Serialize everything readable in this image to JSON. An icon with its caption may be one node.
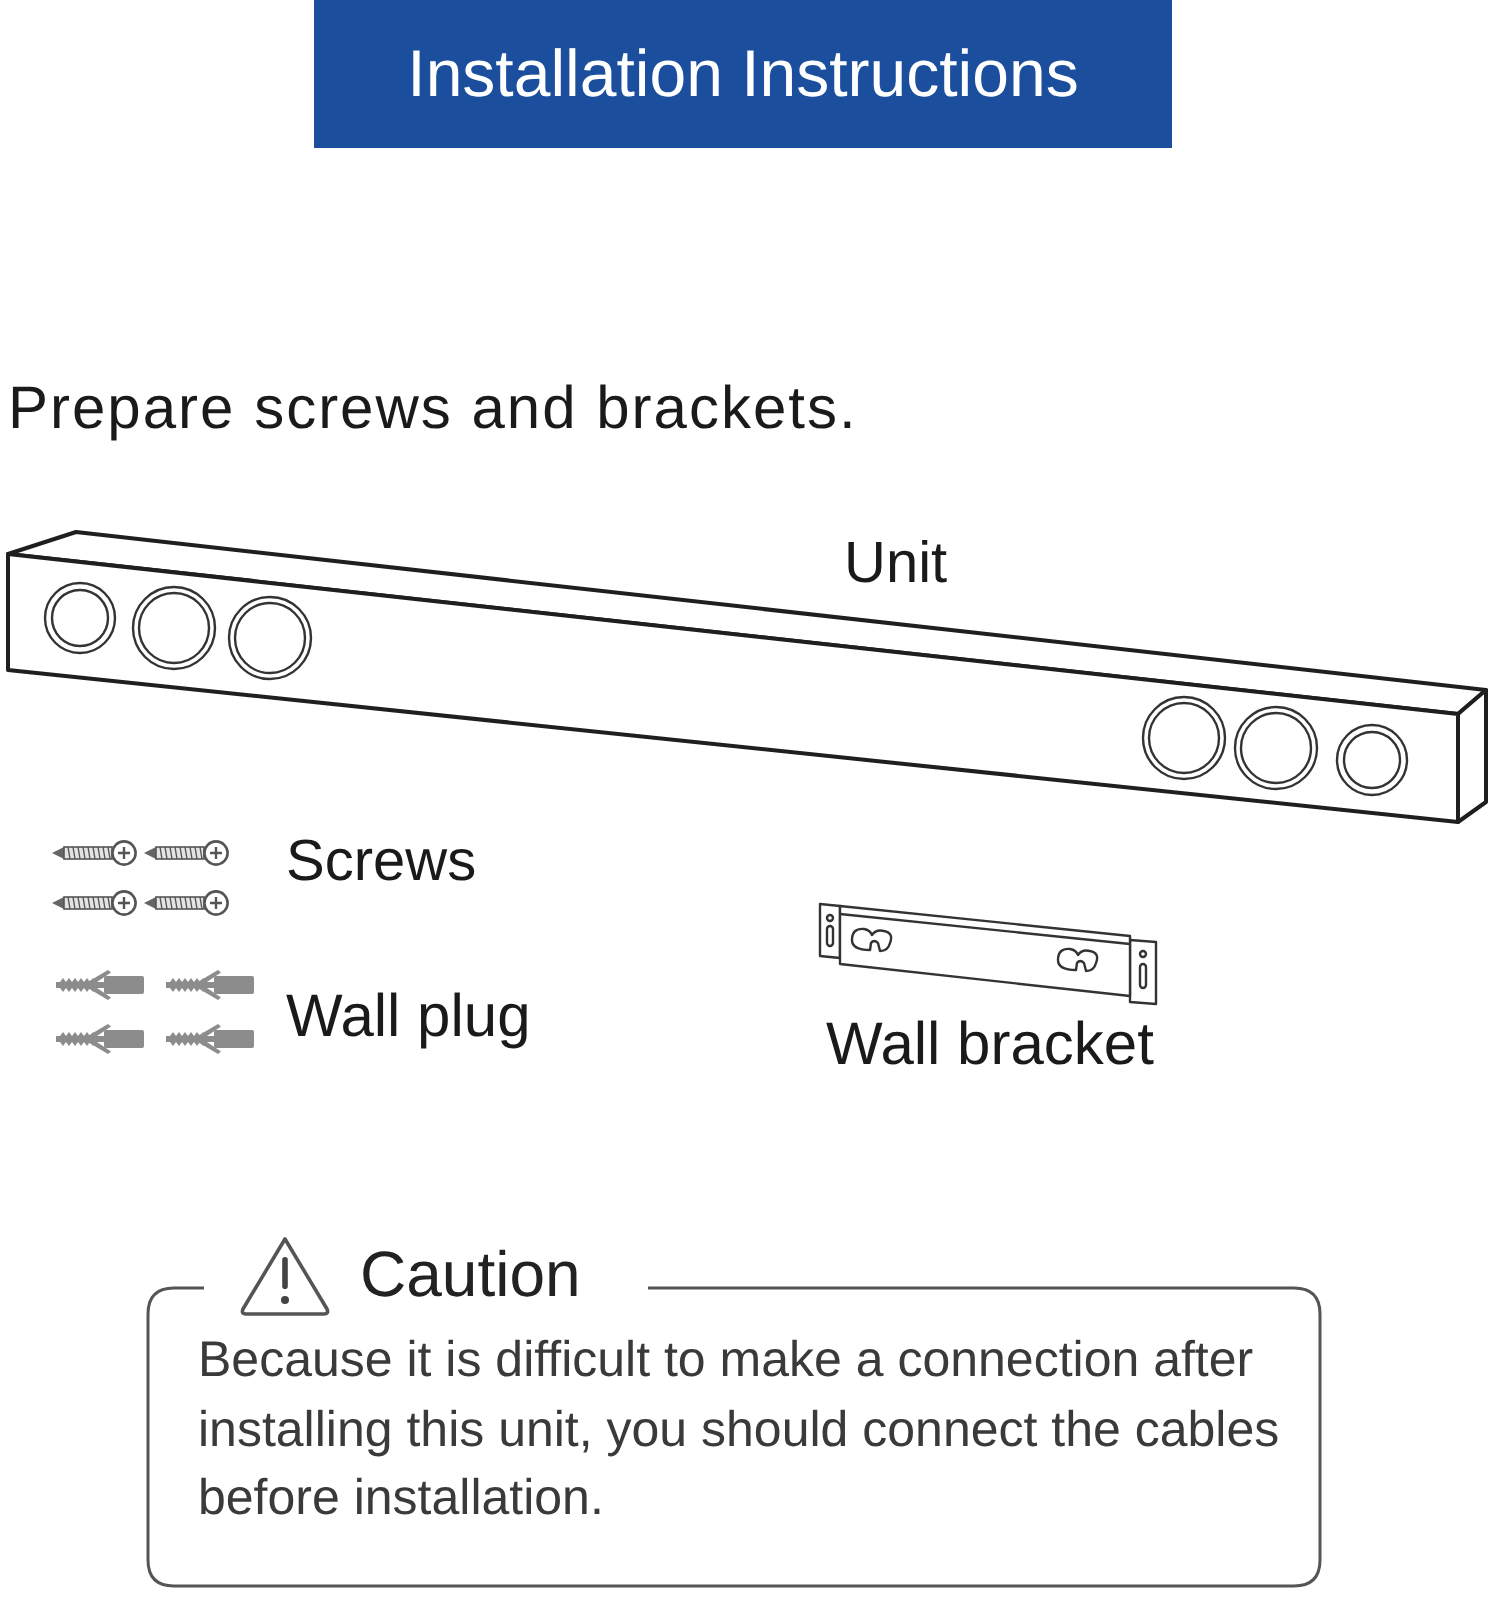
{
  "diagram": {
    "title": "Installation Instructions",
    "nodes": [
      {
        "text": [
          "Caution",
          "Because it is difficult to make a connection after installing this unit, you should connect the cables before installation."
        ]
      }
    ],
    "labels": [
      "Prepare screws and brackets.",
      "Unit",
      "Screws",
      "Wall plug",
      "Wall bracket"
    ]
  }
}
